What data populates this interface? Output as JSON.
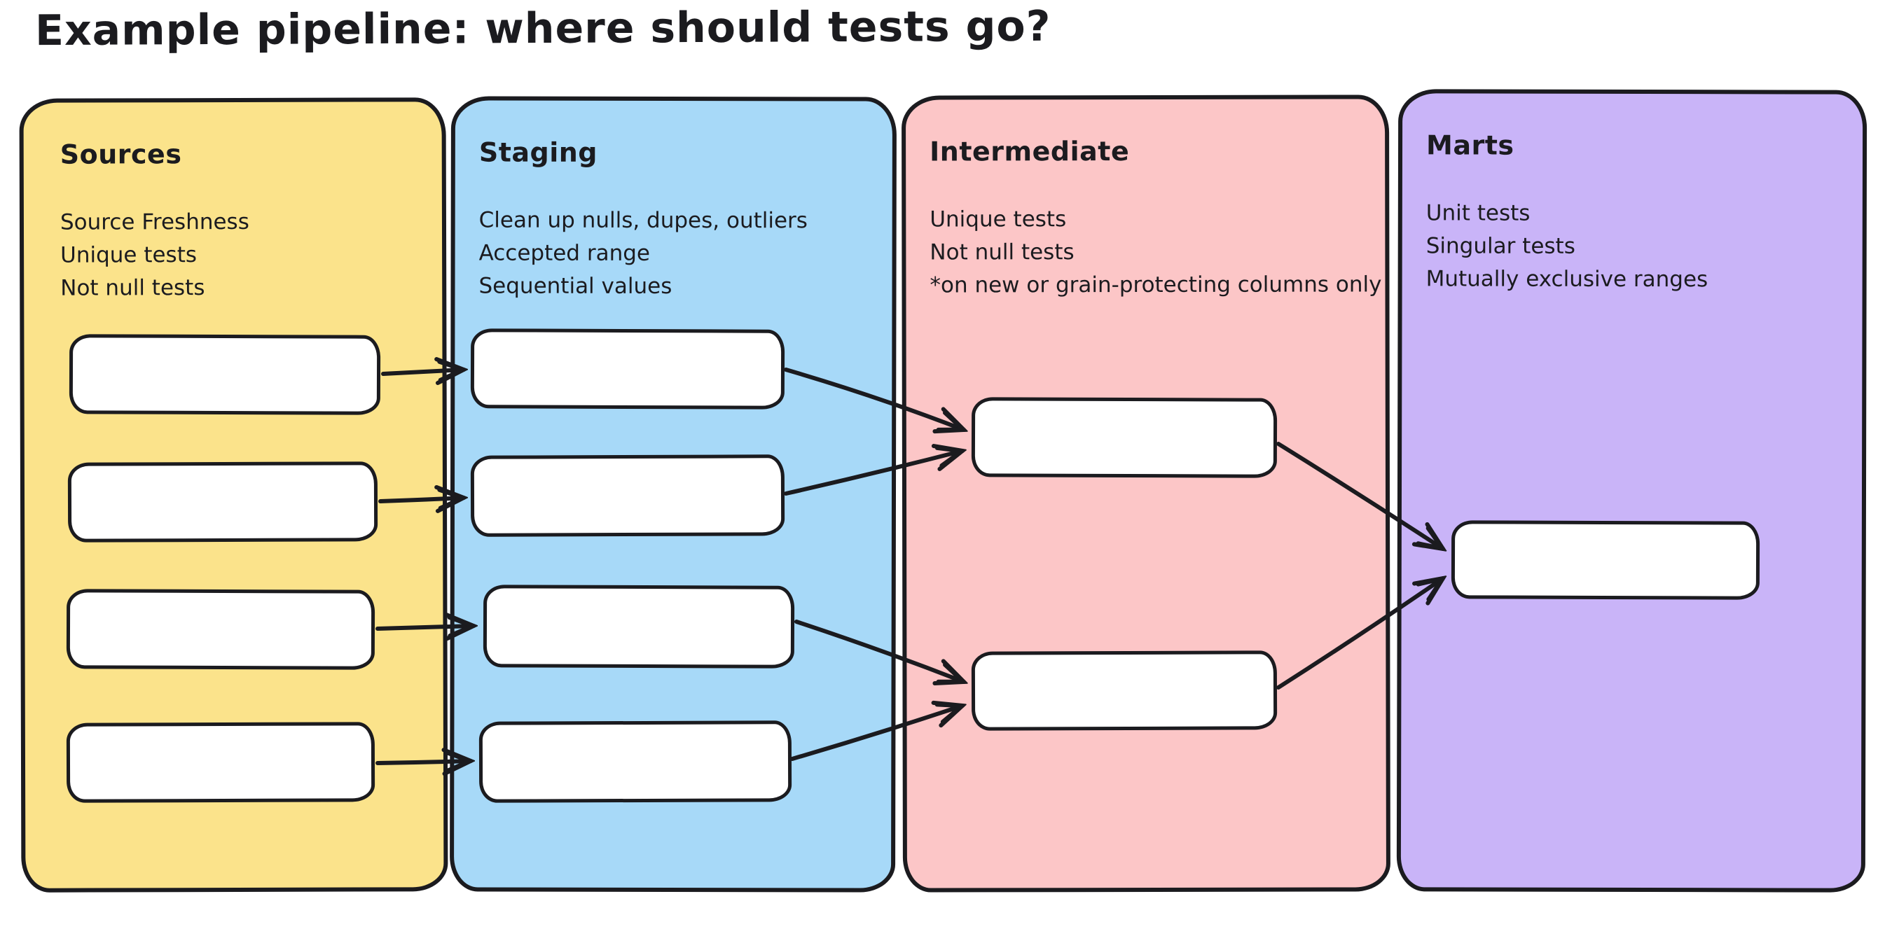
{
  "title": "Example pipeline: where should tests go?",
  "stroke_color": "#1b1b1f",
  "background": "#ffffff",
  "node_fill": "#ffffff",
  "columns": [
    {
      "id": "sources",
      "title": "Sources",
      "color": "#fbe38b",
      "notes": [
        "Source Freshness",
        "Unique tests",
        "Not null tests"
      ],
      "node_count": 4
    },
    {
      "id": "staging",
      "title": "Staging",
      "color": "#a7d9f8",
      "notes": [
        "Clean up nulls, dupes, outliers",
        "Accepted range",
        "Sequential values"
      ],
      "node_count": 4
    },
    {
      "id": "intermediate",
      "title": "Intermediate",
      "color": "#fcc6c7",
      "notes": [
        "Unique tests",
        "Not null tests",
        "*on new or grain-protecting columns only"
      ],
      "node_count": 2
    },
    {
      "id": "marts",
      "title": "Marts",
      "color": "#c9b4f8",
      "notes": [
        "Unit tests",
        "Singular tests",
        "Mutually exclusive ranges"
      ],
      "node_count": 1
    }
  ],
  "edges": [
    {
      "from": "sources-1",
      "to": "staging-1"
    },
    {
      "from": "sources-2",
      "to": "staging-2"
    },
    {
      "from": "sources-3",
      "to": "staging-3"
    },
    {
      "from": "sources-4",
      "to": "staging-4"
    },
    {
      "from": "staging-1",
      "to": "intermediate-1"
    },
    {
      "from": "staging-2",
      "to": "intermediate-1"
    },
    {
      "from": "staging-3",
      "to": "intermediate-2"
    },
    {
      "from": "staging-4",
      "to": "intermediate-2"
    },
    {
      "from": "intermediate-1",
      "to": "marts-1"
    },
    {
      "from": "intermediate-2",
      "to": "marts-1"
    }
  ]
}
